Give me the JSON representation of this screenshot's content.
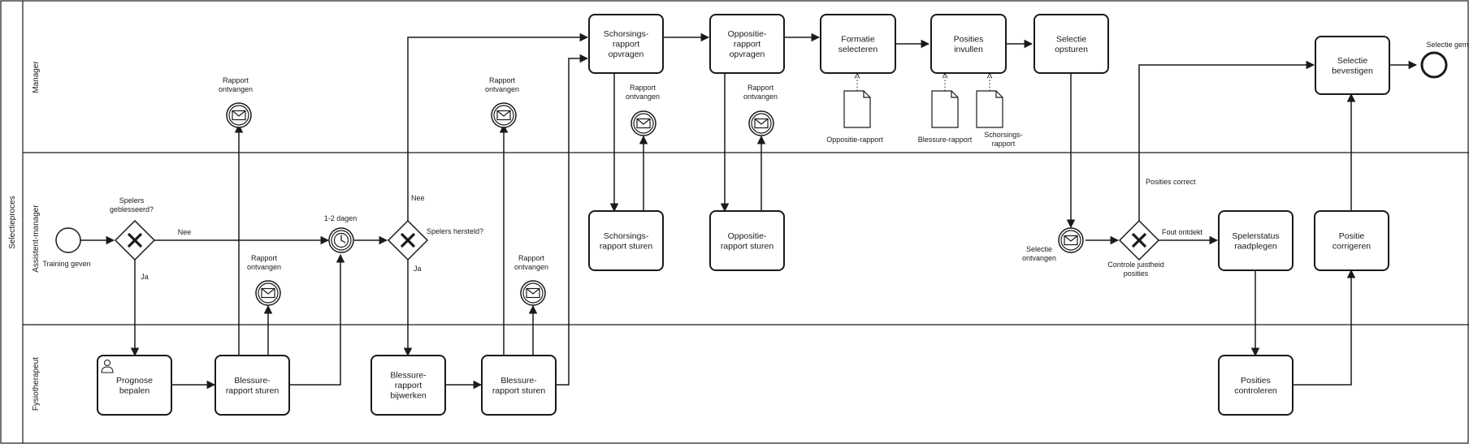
{
  "pool": {
    "label": "Selectieproces"
  },
  "lanes": {
    "manager": "Manager",
    "assistant": "Assistent-manager",
    "physio": "Fysiotherapeut"
  },
  "tasks": {
    "prognose": [
      "Prognose",
      "bepalen"
    ],
    "blessure_sturen_1": [
      "Blessure-",
      "rapport sturen"
    ],
    "blessure_bijwerken": [
      "Blessure-",
      "rapport",
      "bijwerken"
    ],
    "blessure_sturen_2": [
      "Blessure-",
      "rapport sturen"
    ],
    "schorsing_opvragen": [
      "Schorsings-",
      "rapport",
      "opvragen"
    ],
    "oppositie_opvragen": [
      "Oppositie-",
      "rapport",
      "opvragen"
    ],
    "formatie": [
      "Formatie",
      "selecteren"
    ],
    "posities_invullen": [
      "Posities",
      "invullen"
    ],
    "selectie_opsturen": [
      "Selectie",
      "opsturen"
    ],
    "schorsing_sturen": [
      "Schorsings-",
      "rapport sturen"
    ],
    "oppositie_sturen": [
      "Oppositie-",
      "rapport sturen"
    ],
    "spelerstatus": [
      "Spelerstatus",
      "raadplegen"
    ],
    "positie_corrigeren": [
      "Positie",
      "corrigeren"
    ],
    "posities_controleren": [
      "Posities",
      "controleren"
    ],
    "selectie_bevestigen": [
      "Selectie",
      "bevestigen"
    ]
  },
  "events": {
    "start": "Training geven",
    "end": "Selectie gemaakt",
    "timer": "1-2 dagen",
    "msg_manager_1": [
      "Rapport",
      "ontvangen"
    ],
    "msg_manager_2": [
      "Rapport",
      "ontvangen"
    ],
    "msg_manager_3": [
      "Rapport",
      "ontvangen"
    ],
    "msg_manager_4": [
      "Rapport",
      "ontvangen"
    ],
    "msg_assistant_1": [
      "Rapport",
      "ontvangen"
    ],
    "msg_assistant_2": [
      "Rapport",
      "ontvangen"
    ],
    "selectie_ontvangen": [
      "Selectie",
      "ontvangen"
    ]
  },
  "gateways": {
    "geblesseerd": [
      "Spelers",
      "geblesseerd?"
    ],
    "hersteld": "Spelers hersteld?",
    "juistheid": [
      "Controle juistheid",
      "posities"
    ]
  },
  "flow_labels": {
    "nee_1": "Nee",
    "ja_1": "Ja",
    "nee_2": "Nee",
    "ja_2": "Ja",
    "fout": "Fout ontdekt",
    "correct": "Posities correct"
  },
  "data_objects": {
    "oppositie": "Oppositie-rapport",
    "blessure": "Blessure-rapport",
    "schorsing": [
      "Schorsings-",
      "rapport"
    ]
  },
  "colors": {
    "stroke": "#1a1a1a",
    "fill": "#ffffff"
  }
}
